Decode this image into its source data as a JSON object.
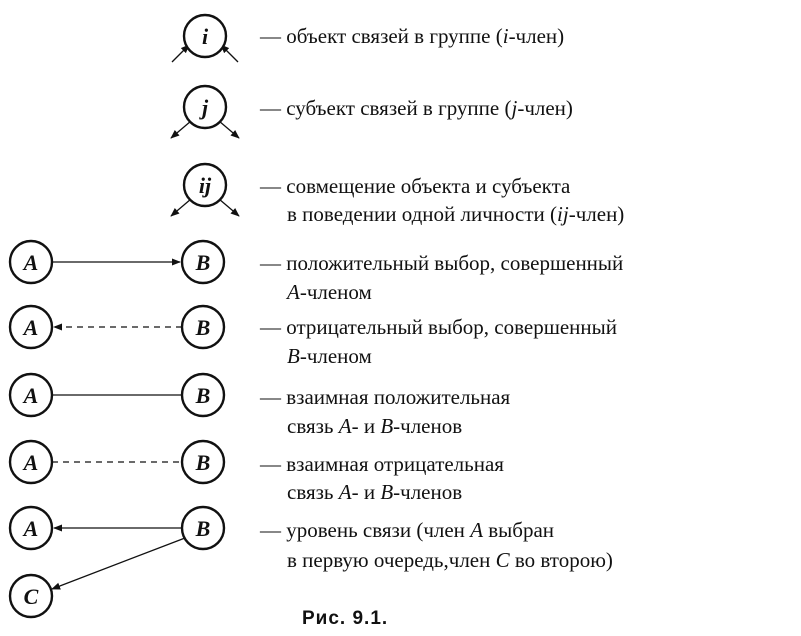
{
  "dash": "—",
  "nodes": {
    "i": "i",
    "j": "j",
    "ij": "ij",
    "a": "A",
    "b": "B",
    "c": "C"
  },
  "legend": {
    "i": {
      "line1_pre": "объект связей в группе (",
      "line1_it": "i",
      "line1_post": "-член)"
    },
    "j": {
      "line1_pre": "субъект связей в группе (",
      "line1_it": "j",
      "line1_post": "-член)"
    },
    "ij": {
      "line1": "совмещение объекта и субъекта",
      "line2_pre": "в поведении одной личности (",
      "line2_it": "ij",
      "line2_post": "-член)"
    },
    "positive_choice": {
      "line1": "положительный выбор, совершенный",
      "line2_it": "А",
      "line2_post": "-членом"
    },
    "negative_choice": {
      "line1": "отрицательный выбор, совершенный",
      "line2_it": "В",
      "line2_post": "-членом"
    },
    "mutual_positive": {
      "line1": "взаимная положительная",
      "line2_pre": "связь ",
      "line2_it1": "А",
      "line2_mid": "- и ",
      "line2_it2": "В",
      "line2_post": "-членов"
    },
    "mutual_negative": {
      "line1": "взаимная отрицательная",
      "line2_pre": "связь ",
      "line2_it1": "А",
      "line2_mid": "- и ",
      "line2_it2": "В",
      "line2_post": "-членов"
    },
    "level": {
      "line1_pre": "уровень связи (член ",
      "line1_it": "А",
      "line1_post": " выбран",
      "line2_pre": "в первую очередь,член ",
      "line2_it": "С",
      "line2_post": " во второю)"
    }
  },
  "caption": "Рис. 9.1."
}
